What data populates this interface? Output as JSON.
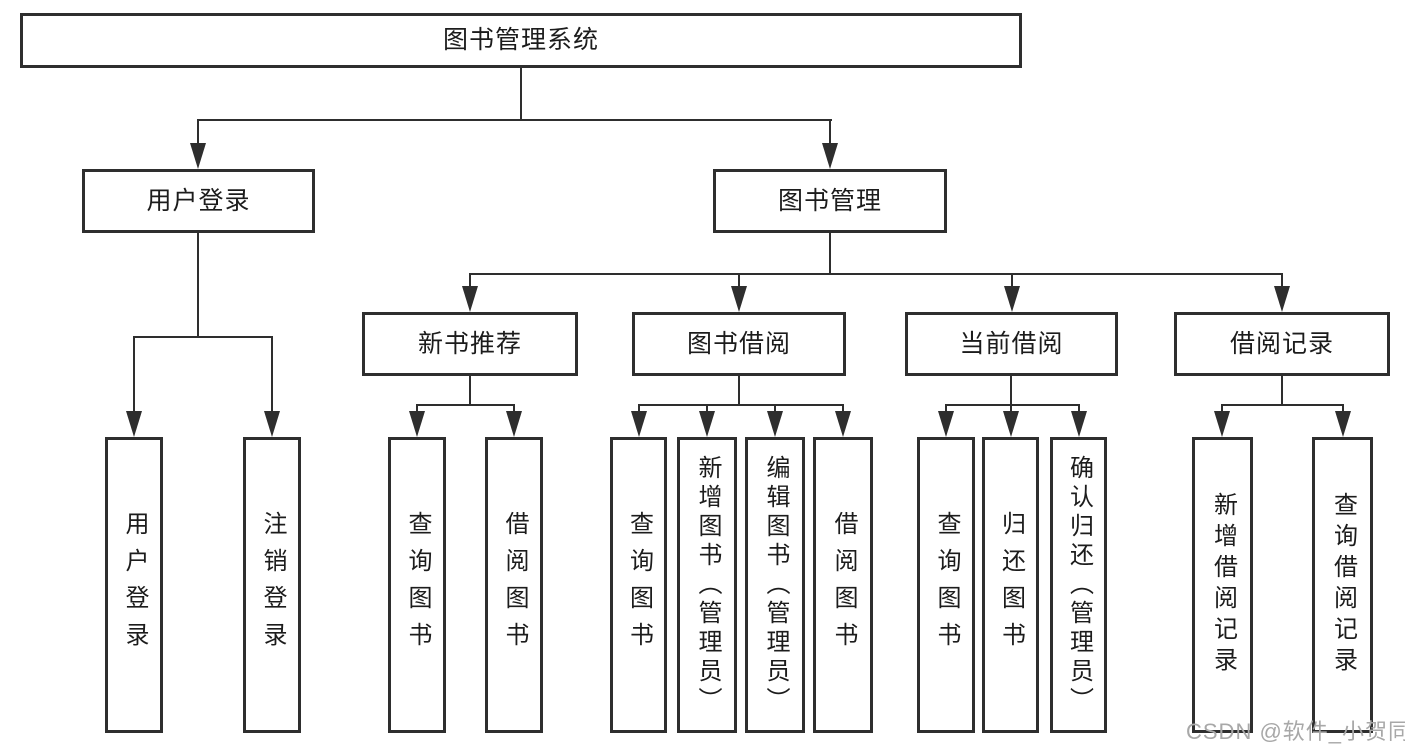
{
  "diagram": {
    "root_label": "图书管理系统",
    "branches": [
      {
        "label": "用户登录",
        "leaves": [
          {
            "label": "用户登录"
          },
          {
            "label": "注销登录"
          }
        ]
      },
      {
        "label": "图书管理",
        "groups": [
          {
            "label": "新书推荐",
            "leaves": [
              {
                "label": "查询图书"
              },
              {
                "label": "借阅图书"
              }
            ]
          },
          {
            "label": "图书借阅",
            "leaves": [
              {
                "label": "查询图书"
              },
              {
                "label": "新增图书（管理员）"
              },
              {
                "label": "编辑图书（管理员）"
              },
              {
                "label": "借阅图书"
              }
            ]
          },
          {
            "label": "当前借阅",
            "leaves": [
              {
                "label": "查询图书"
              },
              {
                "label": "归还图书"
              },
              {
                "label": "确认归还（管理员）"
              }
            ]
          },
          {
            "label": "借阅记录",
            "leaves": [
              {
                "label": "新增借阅记录"
              },
              {
                "label": "查询借阅记录"
              }
            ]
          }
        ]
      }
    ]
  },
  "watermark": {
    "text": "CSDN @软件_小贺同学",
    "color": "#a8a8a8"
  },
  "colors": {
    "line": "#2e2e2e",
    "box_border": "#2e2e2e",
    "text": "#1c1c1c",
    "background": "#ffffff"
  }
}
